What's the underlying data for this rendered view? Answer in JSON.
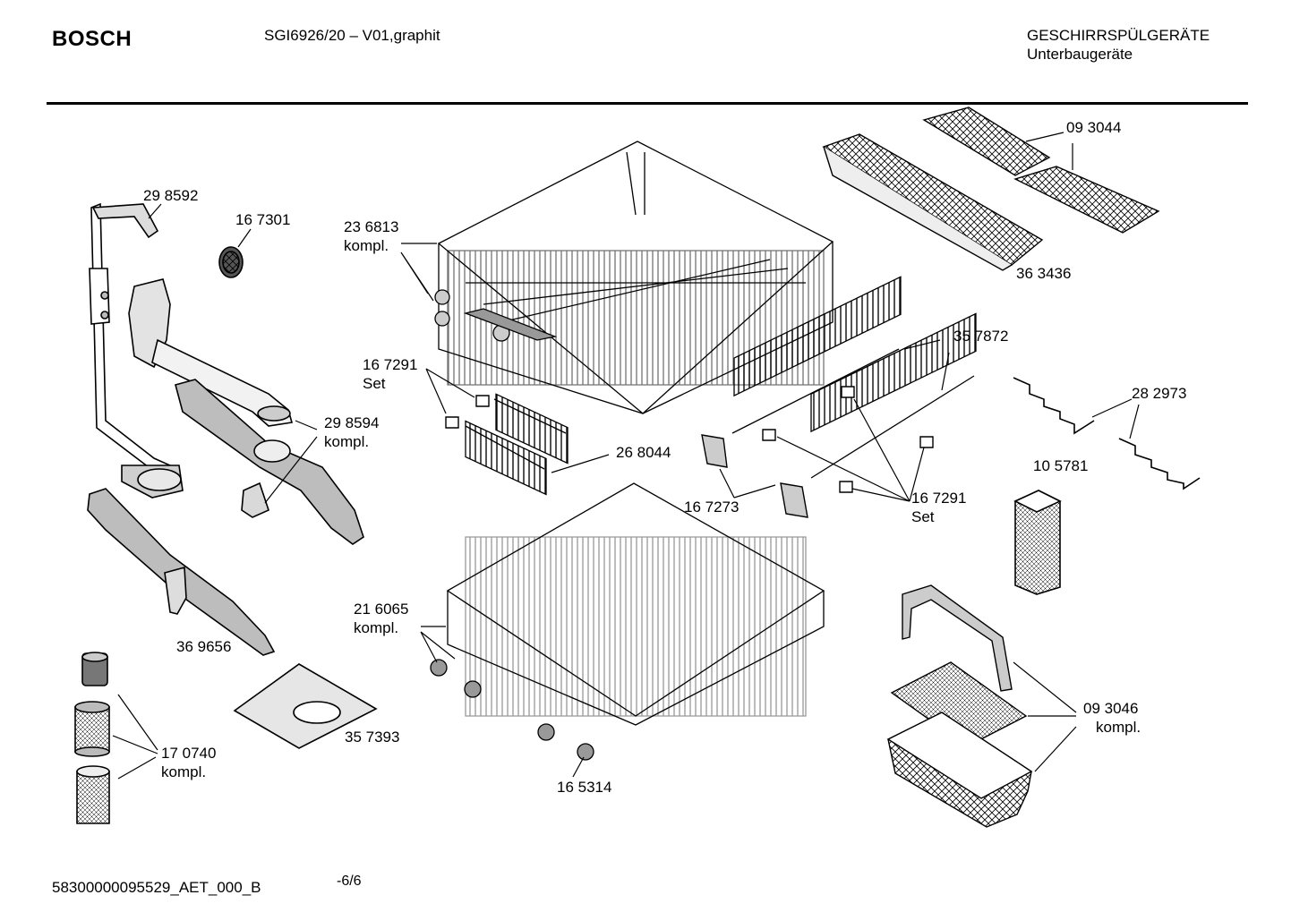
{
  "header": {
    "brand": "BOSCH",
    "model": "SGI6926/20 – V01,graphit",
    "category": "GESCHIRRSPÜLGERÄTE",
    "subcategory": "Unterbaugeräte"
  },
  "footer": {
    "doc_id": "58300000095529_AET_000_B",
    "page": "-6/6"
  },
  "parts": [
    {
      "id": "p298592",
      "number": "29 8592",
      "note": ""
    },
    {
      "id": "p167301",
      "number": "16 7301",
      "note": ""
    },
    {
      "id": "p236813",
      "number": "23 6813",
      "note": "kompl."
    },
    {
      "id": "p093044",
      "number": "09 3044",
      "note": ""
    },
    {
      "id": "p363436",
      "number": "36 3436",
      "note": ""
    },
    {
      "id": "p357872",
      "number": "35 7872",
      "note": ""
    },
    {
      "id": "p167291a",
      "number": "16 7291",
      "note": "Set"
    },
    {
      "id": "p282973",
      "number": "28 2973",
      "note": ""
    },
    {
      "id": "p298594",
      "number": "29 8594",
      "note": "kompl."
    },
    {
      "id": "p268044",
      "number": "26 8044",
      "note": ""
    },
    {
      "id": "p105781",
      "number": "10 5781",
      "note": ""
    },
    {
      "id": "p167273",
      "number": "16 7273",
      "note": ""
    },
    {
      "id": "p167291b",
      "number": "16 7291",
      "note": "Set"
    },
    {
      "id": "p216065",
      "number": "21 6065",
      "note": "kompl."
    },
    {
      "id": "p369656",
      "number": "36 9656",
      "note": ""
    },
    {
      "id": "p093046",
      "number": "09 3046",
      "note": "kompl."
    },
    {
      "id": "p357393",
      "number": "35 7393",
      "note": ""
    },
    {
      "id": "p170740",
      "number": "17 0740",
      "note": "kompl."
    },
    {
      "id": "p165314",
      "number": "16 5314",
      "note": ""
    }
  ]
}
